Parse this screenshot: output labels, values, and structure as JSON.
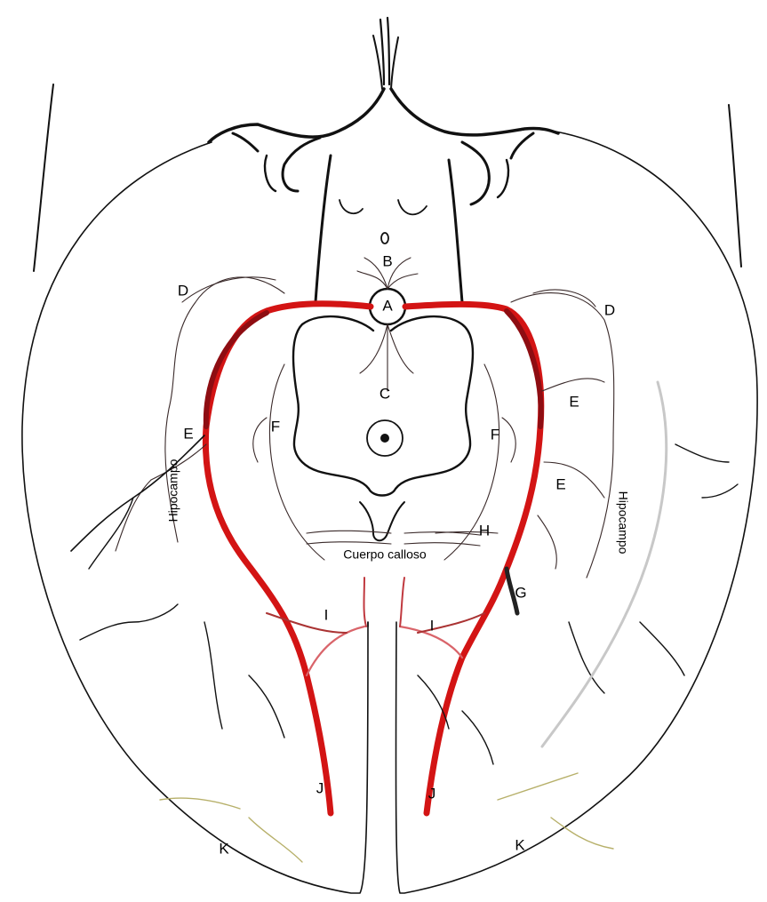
{
  "diagram": {
    "labels": {
      "A": "A",
      "B": "B",
      "C": "C",
      "D_left": "D",
      "D_right": "D",
      "E_left": "E",
      "E_right_upper": "E",
      "E_right_lower": "E",
      "F_left": "F",
      "F_right": "F",
      "G": "G",
      "H": "H",
      "I_left": "I",
      "I_right": "I",
      "J_left": "J",
      "J_right": "J",
      "K_left": "K",
      "K_right": "K",
      "hippocampus_left": "Hipocampo",
      "hippocampus_right": "Hipocampo",
      "corpus_callosum": "Cuerpo calloso"
    },
    "colors": {
      "main_artery": "#d31414",
      "main_artery_dark": "#8e0d12",
      "branch_red": "#d9646a",
      "outline": "#111111",
      "fine_vessels": "#3a2a2a",
      "cortical_yellow": "#b7b06a",
      "pale_gray": "#c8c8c8"
    }
  }
}
